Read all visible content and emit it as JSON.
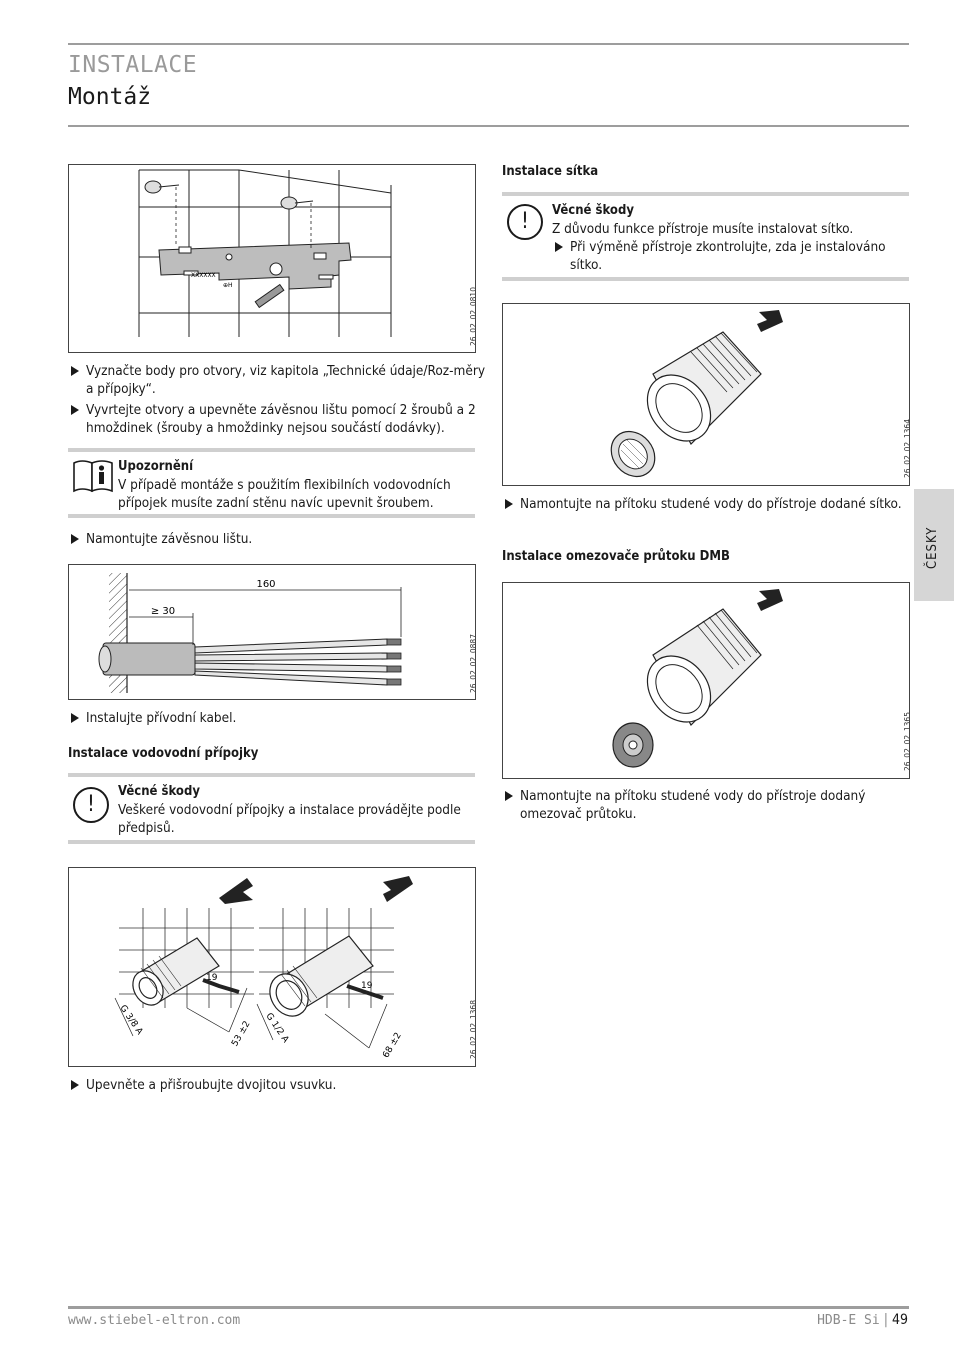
{
  "header": {
    "section": "INSTALACE",
    "title": "Montáž"
  },
  "side_tab": {
    "label": "ČESKY"
  },
  "left": {
    "fig1_id": "26_02_02_0810_",
    "bullets_1": [
      "Vyznačte body pro otvory, viz kapitola „Technické údaje/Roz-měry a přípojky“.",
      "Vyvrtejte otvory a upevněte závěsnou lištu pomocí 2 šroubů a 2 hmoždinek (šrouby a hmoždinky nejsou součástí dodávky)."
    ],
    "note": {
      "title": "Upozornění",
      "text": "V případě montáže s použitím flexibilních vodovodních přípojek musíte zadní stěnu navíc upevnit šroubem."
    },
    "bullet_2": "Namontujte závěsnou lištu.",
    "fig2": {
      "id": "26_02_02_0887",
      "dim_long": "160",
      "dim_short": "≥ 30"
    },
    "bullet_3": "Instalujte přívodní kabel.",
    "heading_water": "Instalace vodovodní přípojky",
    "warning_1": {
      "title": "Věcné škody",
      "text": "Veškeré vodovodní přípojky a instalace provádějte podle předpisů."
    },
    "fig3": {
      "id": "26_02_02_1368",
      "left_thread": "G 3/8 A",
      "left_wrench": "19",
      "left_len": "53 ±2",
      "right_thread": "G 1/2 A",
      "right_wrench": "19",
      "right_len": "68 ±2"
    },
    "bullet_4": "Upevněte a přišroubujte dvojitou vsuvku."
  },
  "right": {
    "heading_sieve": "Instalace sítka",
    "warning_2": {
      "title": "Věcné škody",
      "text": "Z důvodu funkce přístroje musíte instalovat sítko.",
      "sub": "Při výměně přístroje zkontrolujte, zda je instalováno sítko."
    },
    "fig4_id": "26_02_02_1364",
    "bullet_5": "Namontujte na přítoku studené vody do přístroje dodané sítko.",
    "heading_dmb": "Instalace omezovače průtoku DMB",
    "fig5_id": "26_02_02_1365",
    "bullet_6": "Namontujte na přítoku studené vody do přístroje dodaný omezovač průtoku."
  },
  "footer": {
    "url": "www.stiebel-eltron.com",
    "model": "HDB-E Si",
    "separator": "|",
    "page": "49"
  }
}
